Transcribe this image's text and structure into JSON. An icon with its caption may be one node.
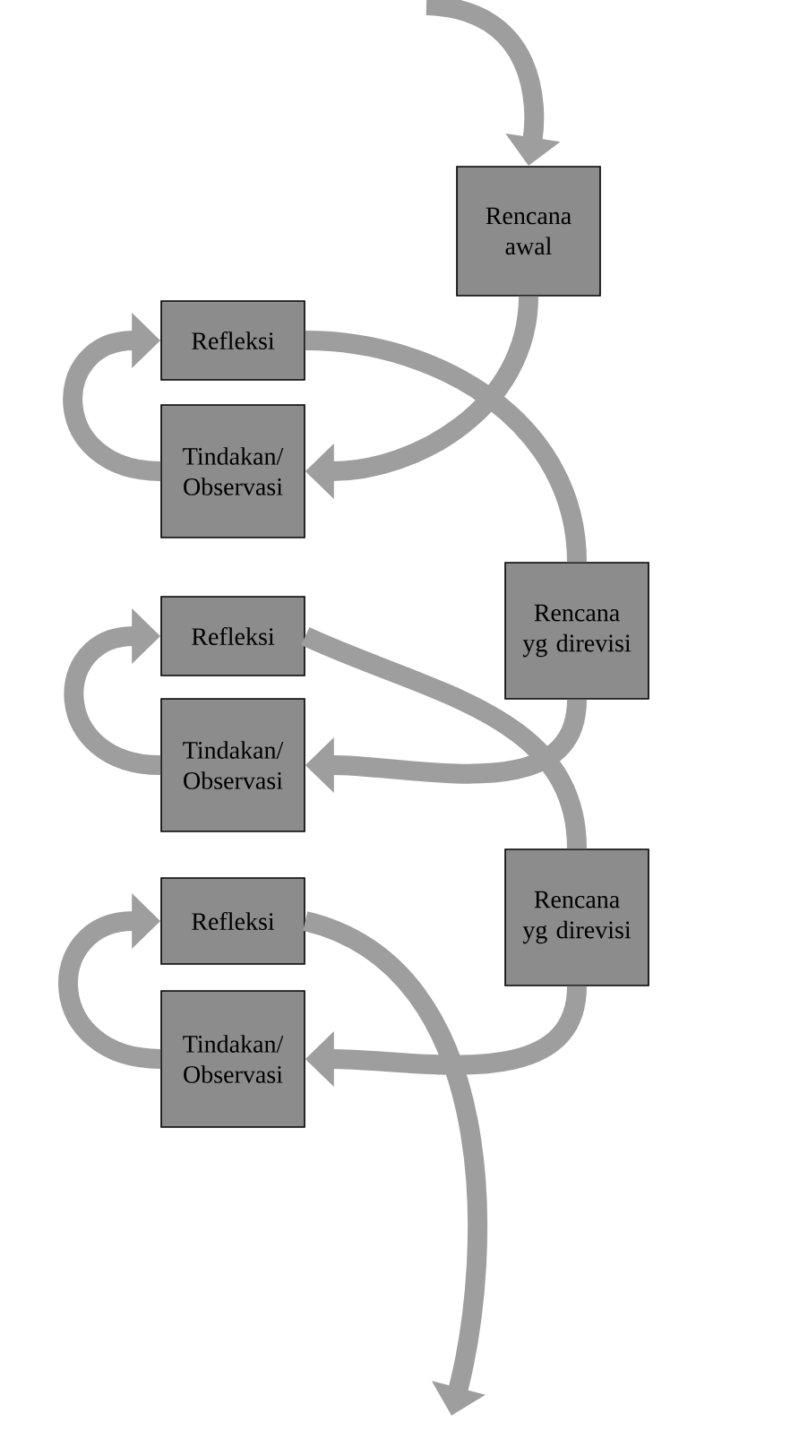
{
  "diagram": {
    "nodes": [
      {
        "text": [
          "Rencana awal"
        ]
      },
      {
        "text": [
          "Refleksi"
        ]
      },
      {
        "text": [
          "Tindakan/ Observasi"
        ]
      },
      {
        "text": [
          "Rencana yg direvisi"
        ]
      },
      {
        "text": [
          "Refleksi"
        ]
      },
      {
        "text": [
          "Tindakan/ Observasi"
        ]
      },
      {
        "text": [
          "Rencana yg direvisi"
        ]
      },
      {
        "text": [
          "Refleksi"
        ]
      },
      {
        "text": [
          "Tindakan/ Observasi"
        ]
      }
    ],
    "edges": [
      {
        "from": null,
        "to": 0,
        "arrow": "to"
      },
      {
        "from": 0,
        "to": 2,
        "arrow": "to"
      },
      {
        "from": 2,
        "to": 1,
        "arrow": "to"
      },
      {
        "from": 1,
        "to": 3,
        "arrow": "none"
      },
      {
        "from": 3,
        "to": 5,
        "arrow": "to"
      },
      {
        "from": 5,
        "to": 4,
        "arrow": "to"
      },
      {
        "from": 4,
        "to": 6,
        "arrow": "none"
      },
      {
        "from": 6,
        "to": 8,
        "arrow": "to"
      },
      {
        "from": 8,
        "to": 7,
        "arrow": "to"
      },
      {
        "from": 7,
        "to": null,
        "arrow": "to"
      }
    ]
  }
}
